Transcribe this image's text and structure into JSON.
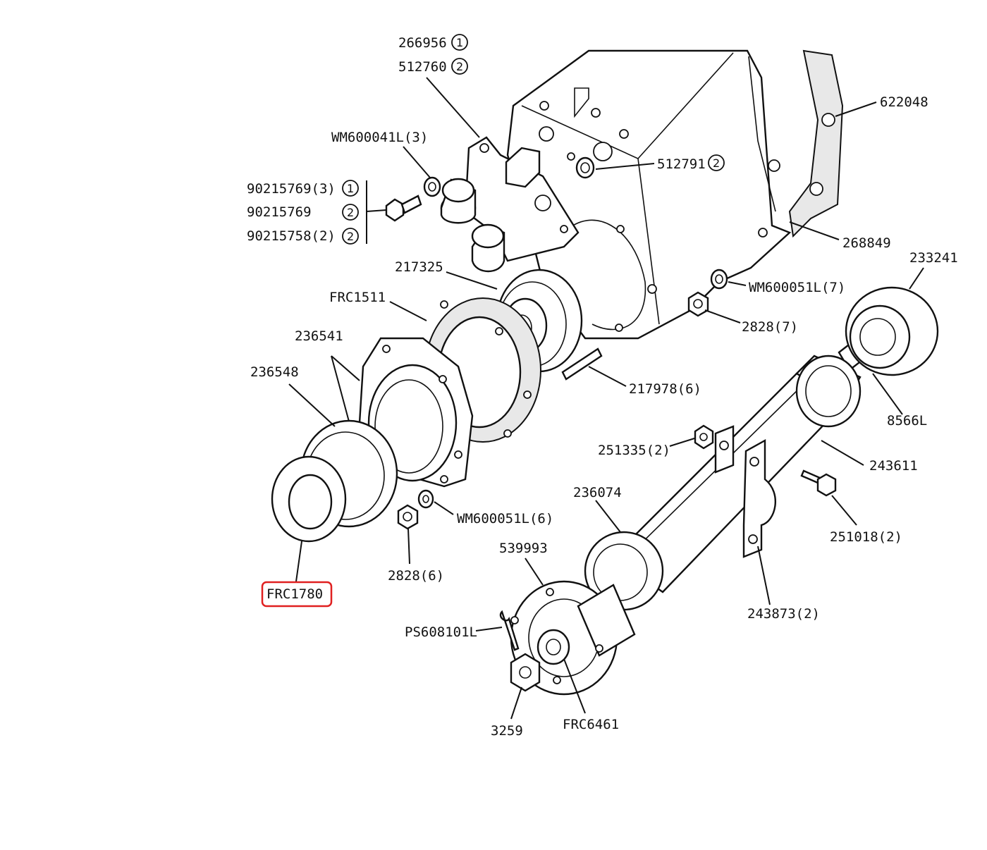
{
  "diagram": {
    "labels": {
      "l266956": "266956",
      "l266956_mark": "1",
      "l512760": "512760",
      "l512760_mark": "2",
      "l622048": "622048",
      "lWM600041L": "WM600041L(3)",
      "l512791": "512791",
      "l512791_mark": "2",
      "l90215769_3": "90215769(3)",
      "l90215769_3_mark": "1",
      "l90215769": "90215769",
      "l90215769_mark": "2",
      "l90215758": "90215758(2)",
      "l90215758_mark": "2",
      "l268849": "268849",
      "l217325": "217325",
      "l233241": "233241",
      "lWM600051L_7": "WM600051L(7)",
      "lFRC1511": "FRC1511",
      "l2828_7": "2828(7)",
      "l236541": "236541",
      "l236548": "236548",
      "l217978": "217978(6)",
      "l8566L": "8566L",
      "l251335": "251335(2)",
      "l243611": "243611",
      "l236074": "236074",
      "lWM600051L_6": "WM600051L(6)",
      "l251018": "251018(2)",
      "l539993": "539993",
      "l2828_6": "2828(6)",
      "lFRC1780": "FRC1780",
      "l243873": "243873(2)",
      "lPS608101L": "PS608101L",
      "l3259": "3259",
      "lFRC6461": "FRC6461"
    },
    "highlight_color": "#e02020"
  }
}
